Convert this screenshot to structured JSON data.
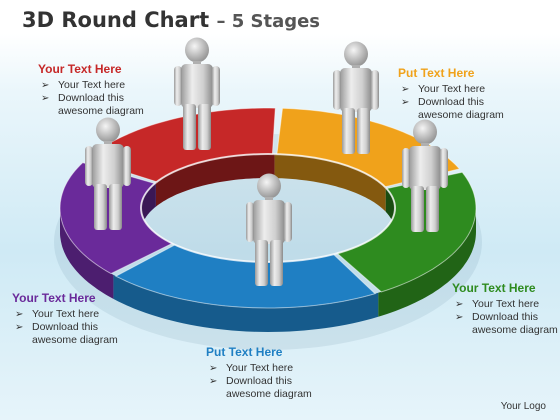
{
  "title": {
    "main": "3D Round Chart",
    "sub": "– 5 Stages"
  },
  "segments": [
    {
      "name": "red",
      "color": "#c62828"
    },
    {
      "name": "yellow",
      "color": "#f0a21b"
    },
    {
      "name": "green",
      "color": "#2e8b1f"
    },
    {
      "name": "blue",
      "color": "#1f7fc3"
    },
    {
      "name": "purple",
      "color": "#6a2a9a"
    }
  ],
  "callouts": [
    {
      "title": "Your Text Here",
      "color": "#c62828",
      "lines": [
        "Your Text here",
        "Download this",
        "awesome diagram"
      ]
    },
    {
      "title": "Put Text Here",
      "color": "#f0a21b",
      "lines": [
        "Your Text here",
        "Download this",
        "awesome diagram"
      ]
    },
    {
      "title": "Your  Text Here",
      "color": "#2e8b1f",
      "lines": [
        "Your Text here",
        "Download this",
        "awesome diagram"
      ]
    },
    {
      "title": "Put Text Here",
      "color": "#1f7fc3",
      "lines": [
        "Your Text here",
        "Download this",
        "awesome diagram"
      ]
    },
    {
      "title": "Your Text Here",
      "color": "#6a2a9a",
      "lines": [
        "Your Text here",
        "Download this",
        "awesome diagram"
      ]
    }
  ],
  "bullet_symbol": "➢",
  "logo": "Your Logo"
}
